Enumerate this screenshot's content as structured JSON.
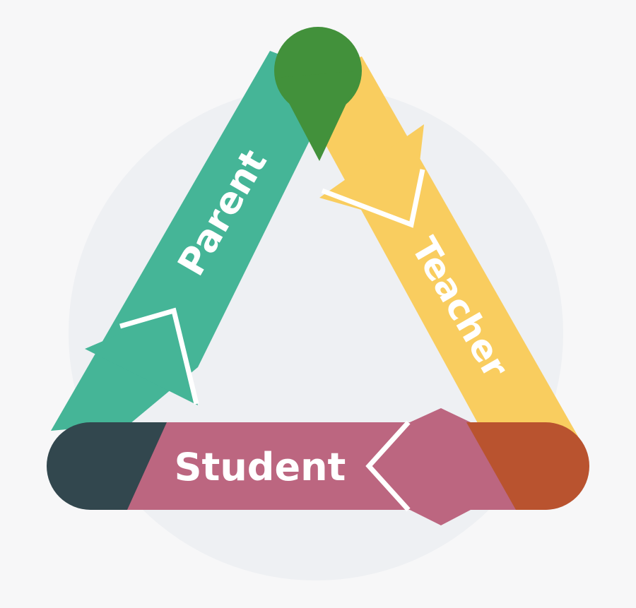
{
  "diagram": {
    "nodes": [
      {
        "id": "parent",
        "label": "Parent",
        "color": "#45b597"
      },
      {
        "id": "teacher",
        "label": "Teacher",
        "color": "#f9cd5f"
      },
      {
        "id": "student",
        "label": "Student",
        "color": "#bc6680"
      }
    ],
    "edges": [
      {
        "from": "student",
        "to": "parent"
      },
      {
        "from": "parent",
        "to": "teacher"
      },
      {
        "from": "teacher",
        "to": "student"
      }
    ],
    "corner_colors": {
      "top": "#42913b",
      "bottom_left": "#32474e",
      "bottom_right": "#b9532f"
    },
    "background_circle_color": "#eef0f3"
  }
}
